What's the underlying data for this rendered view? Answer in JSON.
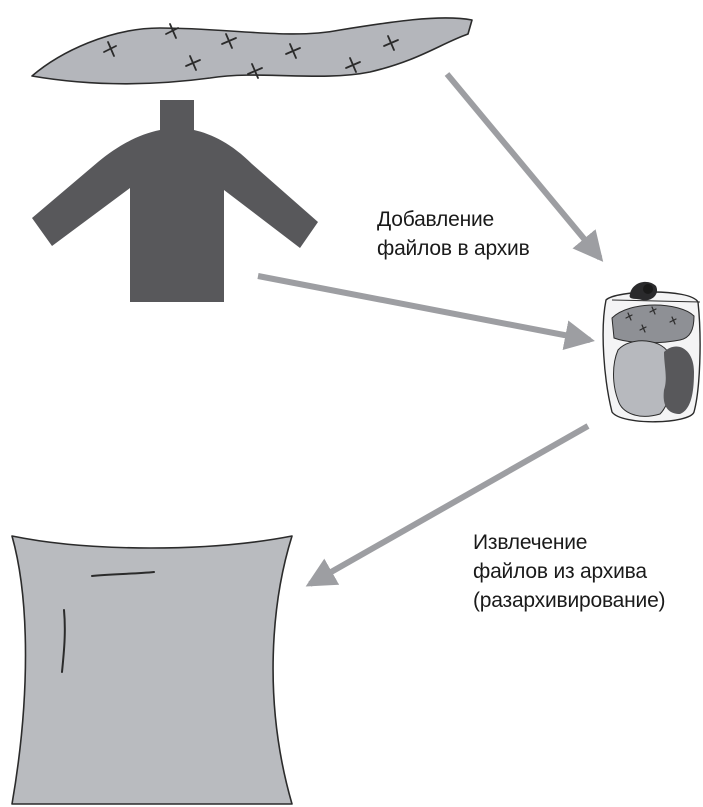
{
  "labels": {
    "add": [
      "Добавление",
      "файлов в архив"
    ],
    "extract": [
      "Извлечение",
      "файлов из архива",
      "(разархивирование)"
    ]
  },
  "items": [
    {
      "id": "scarf",
      "icon": "scarf-icon"
    },
    {
      "id": "sweater",
      "icon": "sweater-icon"
    },
    {
      "id": "archive",
      "icon": "archive-bag-icon"
    },
    {
      "id": "sheet",
      "icon": "sheet-icon"
    }
  ],
  "flows": [
    {
      "from": "scarf",
      "to": "archive",
      "meaning": "add"
    },
    {
      "from": "sweater",
      "to": "archive",
      "meaning": "add"
    },
    {
      "from": "archive",
      "to": "sheet",
      "meaning": "extract"
    }
  ],
  "colors": {
    "scarf_fill": "#b4b6bb",
    "sweater_fill": "#58585b",
    "sheet_fill": "#b9bbbf",
    "arrow": "#9d9ea2",
    "outline": "#2b2b2b",
    "text": "#1a1a1a"
  }
}
